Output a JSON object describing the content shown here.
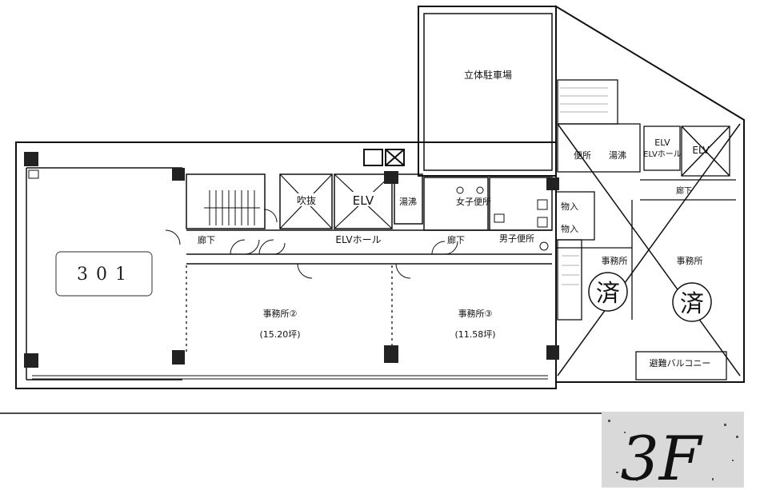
{
  "unit_label": "301",
  "floor_label": "3F",
  "rooms": {
    "parking": "立体駐車場",
    "office_2_name": "事務所②",
    "office_2_area": "(15.20坪)",
    "office_3_name": "事務所③",
    "office_3_area": "(11.58坪)",
    "office_east_1": "事務所",
    "office_east_2": "事務所",
    "elv_hall": "ELVホール",
    "corridor_west": "廊下",
    "corridor_mid": "廊下",
    "elv_main": "ELV",
    "elv_east": "ELV",
    "elv_hall_east": "ELVホール",
    "stair_shaft": "吹抜",
    "womens_wc": "女子便所",
    "mens_wc": "男子便所",
    "kitchenette": "湯沸",
    "east_wc": "便所",
    "east_kitchenette": "湯沸",
    "east_corridor": "廊下",
    "storage_1": "物入",
    "storage_2": "物入",
    "balcony": "避難バルコニー",
    "done_mark_1": "済",
    "done_mark_2": "済"
  }
}
